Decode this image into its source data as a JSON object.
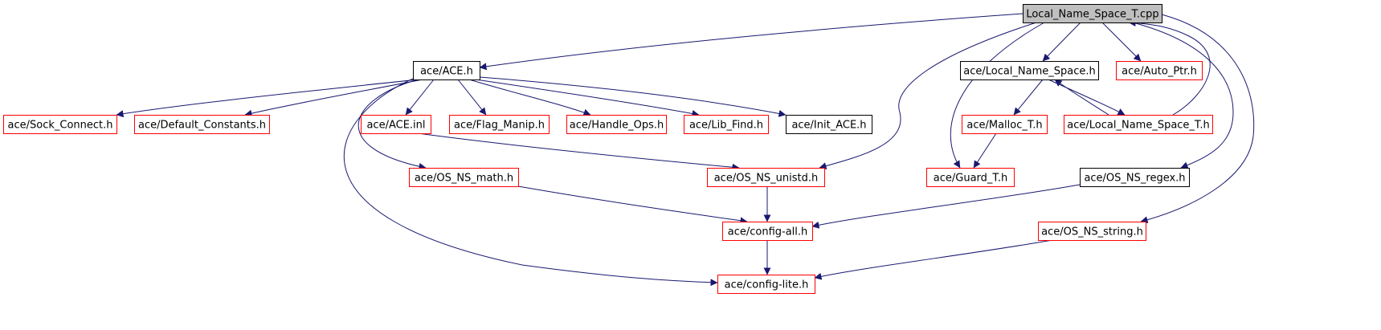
{
  "diagram": {
    "type": "include-dependency-graph",
    "colors": {
      "edge": "#191970",
      "normal_border": "#000000",
      "red_border": "#ff0000",
      "root_fill": "#bfbfbf",
      "node_fill": "#ffffff"
    },
    "nodes": [
      {
        "id": "root",
        "label": "Local_Name_Space_T.cpp",
        "style": "root"
      },
      {
        "id": "ace_h",
        "label": "ace/ACE.h",
        "style": "normal"
      },
      {
        "id": "local_ns_h",
        "label": "ace/Local_Name_Space.h",
        "style": "normal"
      },
      {
        "id": "auto_ptr",
        "label": "ace/Auto_Ptr.h",
        "style": "red"
      },
      {
        "id": "sock_connect",
        "label": "ace/Sock_Connect.h",
        "style": "red"
      },
      {
        "id": "default_constants",
        "label": "ace/Default_Constants.h",
        "style": "red"
      },
      {
        "id": "ace_inl",
        "label": "ace/ACE.inl",
        "style": "red"
      },
      {
        "id": "flag_manip",
        "label": "ace/Flag_Manip.h",
        "style": "red"
      },
      {
        "id": "handle_ops",
        "label": "ace/Handle_Ops.h",
        "style": "red"
      },
      {
        "id": "lib_find",
        "label": "ace/Lib_Find.h",
        "style": "red"
      },
      {
        "id": "init_ace",
        "label": "ace/Init_ACE.h",
        "style": "normal"
      },
      {
        "id": "malloc_t",
        "label": "ace/Malloc_T.h",
        "style": "red"
      },
      {
        "id": "local_ns_t_h",
        "label": "ace/Local_Name_Space_T.h",
        "style": "red"
      },
      {
        "id": "os_ns_math",
        "label": "ace/OS_NS_math.h",
        "style": "red"
      },
      {
        "id": "os_ns_unistd",
        "label": "ace/OS_NS_unistd.h",
        "style": "red"
      },
      {
        "id": "guard_t",
        "label": "ace/Guard_T.h",
        "style": "red"
      },
      {
        "id": "os_ns_regex",
        "label": "ace/OS_NS_regex.h",
        "style": "normal"
      },
      {
        "id": "config_all",
        "label": "ace/config-all.h",
        "style": "red"
      },
      {
        "id": "os_ns_string",
        "label": "ace/OS_NS_string.h",
        "style": "red"
      },
      {
        "id": "config_lite",
        "label": "ace/config-lite.h",
        "style": "red"
      }
    ],
    "edges": [
      {
        "from": "root",
        "to": "ace_h"
      },
      {
        "from": "root",
        "to": "local_ns_h"
      },
      {
        "from": "root",
        "to": "auto_ptr"
      },
      {
        "from": "root",
        "to": "os_ns_unistd"
      },
      {
        "from": "root",
        "to": "guard_t"
      },
      {
        "from": "root",
        "to": "os_ns_regex"
      },
      {
        "from": "root",
        "to": "os_ns_string"
      },
      {
        "from": "ace_h",
        "to": "sock_connect"
      },
      {
        "from": "ace_h",
        "to": "default_constants"
      },
      {
        "from": "ace_h",
        "to": "ace_inl"
      },
      {
        "from": "ace_h",
        "to": "flag_manip"
      },
      {
        "from": "ace_h",
        "to": "handle_ops"
      },
      {
        "from": "ace_h",
        "to": "lib_find"
      },
      {
        "from": "ace_h",
        "to": "init_ace"
      },
      {
        "from": "ace_h",
        "to": "os_ns_math"
      },
      {
        "from": "ace_h",
        "to": "config_lite"
      },
      {
        "from": "ace_inl",
        "to": "os_ns_unistd"
      },
      {
        "from": "local_ns_h",
        "to": "malloc_t"
      },
      {
        "from": "local_ns_h",
        "to": "local_ns_t_h"
      },
      {
        "from": "local_ns_t_h",
        "to": "local_ns_h"
      },
      {
        "from": "local_ns_t_h",
        "to": "root"
      },
      {
        "from": "malloc_t",
        "to": "guard_t"
      },
      {
        "from": "os_ns_math",
        "to": "config_all"
      },
      {
        "from": "os_ns_unistd",
        "to": "config_all"
      },
      {
        "from": "os_ns_regex",
        "to": "config_all"
      },
      {
        "from": "config_all",
        "to": "config_lite"
      },
      {
        "from": "os_ns_string",
        "to": "config_lite"
      }
    ]
  }
}
